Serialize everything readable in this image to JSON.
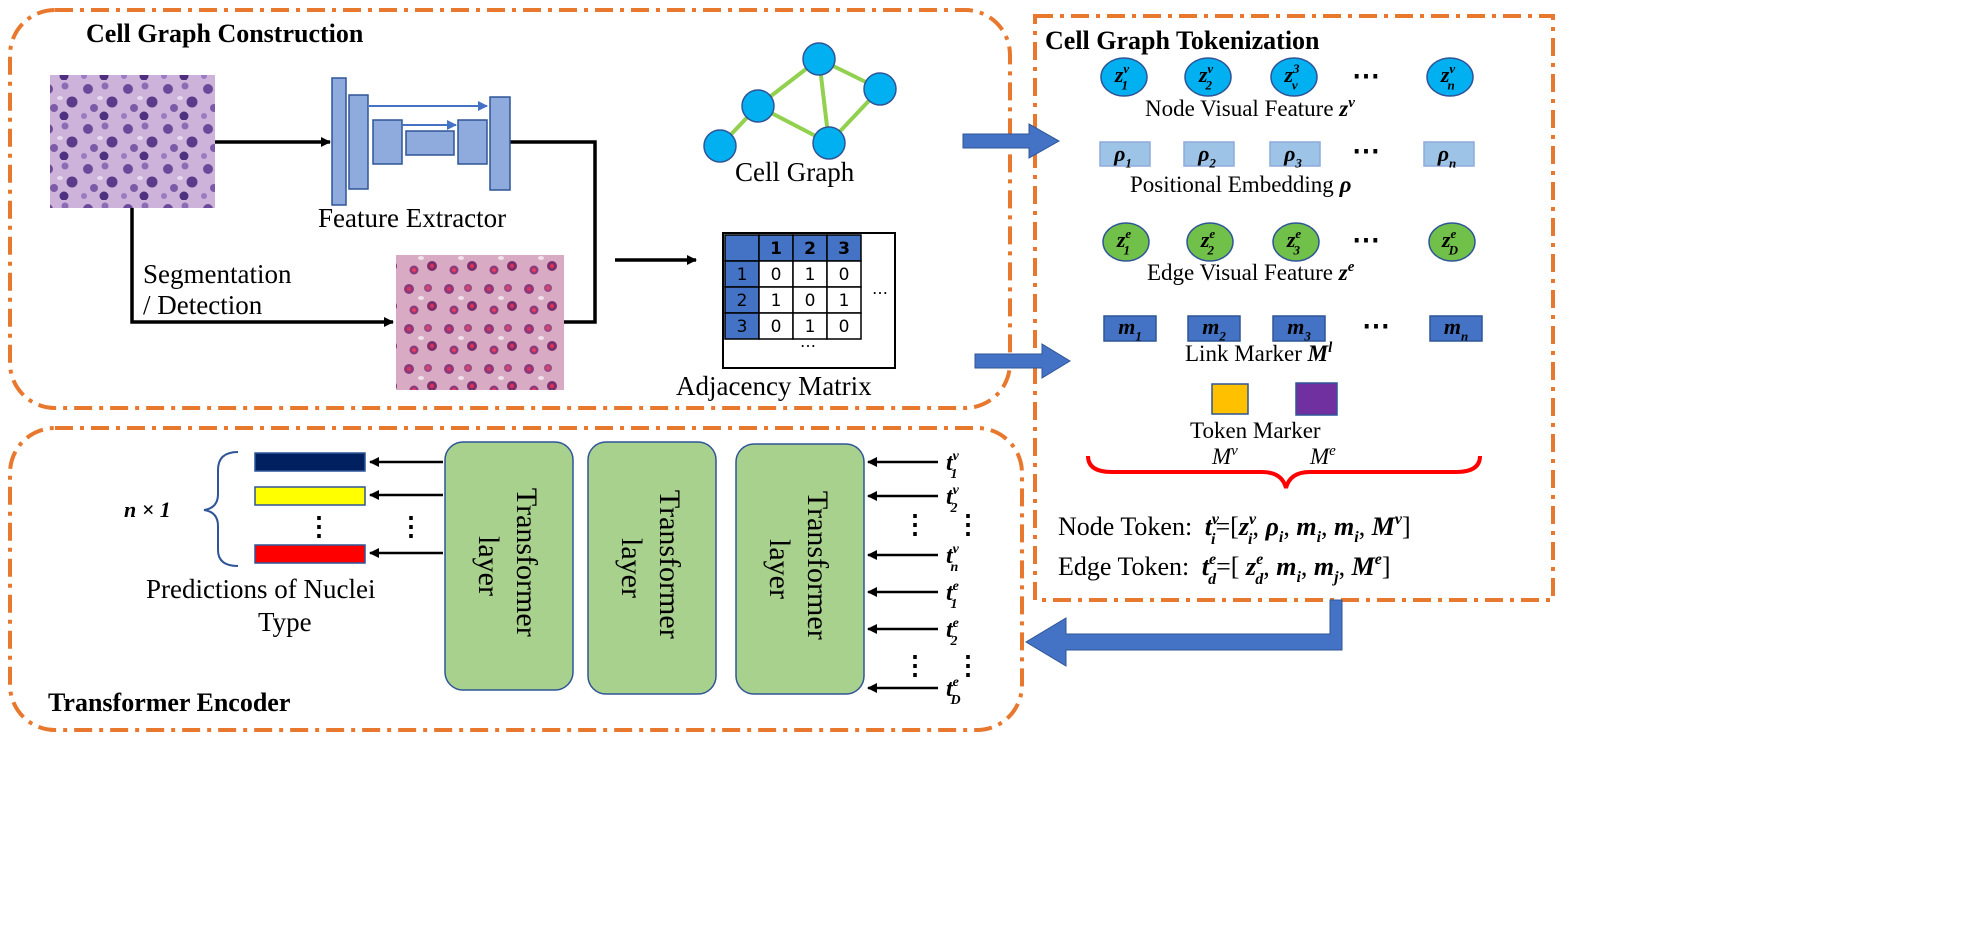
{
  "sections": {
    "construction": "Cell Graph Construction",
    "tokenization": "Cell Graph Tokenization",
    "encoder": "Transformer Encoder"
  },
  "labels": {
    "feature_extractor": "Feature Extractor",
    "segmentation_line1": "Segmentation",
    "segmentation_line2": "/ Detection",
    "cell_graph": "Cell Graph",
    "adjacency_matrix": "Adjacency Matrix",
    "predictions_line1": "Predictions of Nuclei",
    "predictions_line2": "Type",
    "n_times_1": "n × 1",
    "transformer_line1": "Transformer",
    "transformer_line2": "layer",
    "dots": "⋯",
    "vdots": "⋮"
  },
  "adjacency": {
    "headers": [
      "1",
      "2",
      "3"
    ],
    "rows": [
      [
        "1",
        "0",
        "1",
        "0"
      ],
      [
        "2",
        "1",
        "0",
        "1"
      ],
      [
        "3",
        "0",
        "1",
        "0"
      ]
    ]
  },
  "tokenization": {
    "node_visual_feature": "Node Visual Feature ",
    "node_visual_feature_sym": "z",
    "node_visual_feature_sup": "v",
    "positional_embedding": "Positional Embedding ",
    "positional_embedding_sym": "ρ",
    "edge_visual_feature": "Edge Visual Feature ",
    "edge_visual_feature_sym": "z",
    "edge_visual_feature_sup": "e",
    "link_marker": "Link Marker ",
    "link_marker_sym": "M",
    "link_marker_sup": "l",
    "token_marker": "Token Marker",
    "token_marker_v": "M",
    "token_marker_v_sup": "v",
    "token_marker_e": "M",
    "token_marker_e_sup": "e",
    "node_token_label": "Node Token:",
    "edge_token_label": "Edge Token:",
    "node_circles": [
      {
        "base": "z",
        "sub": "1",
        "sup": "v"
      },
      {
        "base": "z",
        "sub": "2",
        "sup": "v"
      },
      {
        "base": "z",
        "sub": "v",
        "sup": "3"
      },
      {
        "base": "z",
        "sub": "n",
        "sup": "v"
      }
    ],
    "pos_boxes": [
      {
        "base": "ρ",
        "sub": "1"
      },
      {
        "base": "ρ",
        "sub": "2"
      },
      {
        "base": "ρ",
        "sub": "3"
      },
      {
        "base": "ρ",
        "sub": "n"
      }
    ],
    "edge_circles": [
      {
        "base": "z",
        "sub": "1",
        "sup": "e"
      },
      {
        "base": "z",
        "sub": "2",
        "sup": "e"
      },
      {
        "base": "z",
        "sub": "3",
        "sup": "e"
      },
      {
        "base": "z",
        "sub": "D",
        "sup": "e"
      }
    ],
    "link_boxes": [
      {
        "base": "m",
        "sub": "1"
      },
      {
        "base": "m",
        "sub": "2"
      },
      {
        "base": "m",
        "sub": "3"
      },
      {
        "base": "m",
        "sub": "n"
      }
    ]
  },
  "encoder_inputs": [
    {
      "base": "t",
      "sub": "1",
      "sup": "v"
    },
    {
      "base": "t",
      "sub": "2",
      "sup": "v"
    },
    {
      "base": "t",
      "sub": "n",
      "sup": "v"
    },
    {
      "base": "t",
      "sub": "1",
      "sup": "e"
    },
    {
      "base": "t",
      "sub": "2",
      "sup": "e"
    },
    {
      "base": "t",
      "sub": "D",
      "sup": "e"
    }
  ],
  "colors": {
    "dash_border": "#e8782e",
    "node_blue": "#00b0f0",
    "edge_green": "#70c04a",
    "graph_edge": "#92d050",
    "pos_box": "#9dc3e6",
    "link_box": "#4472c4",
    "unet": "#8faadc",
    "unet_border": "#2f5597",
    "transformer": "#a9d18e",
    "pred1": "#002060",
    "pred2": "#ffff00",
    "pred3": "#ff0000",
    "token_v": "#ffc000",
    "token_e": "#7030a0",
    "brace_red": "#ff0000",
    "big_arrow": "#4472c4"
  }
}
